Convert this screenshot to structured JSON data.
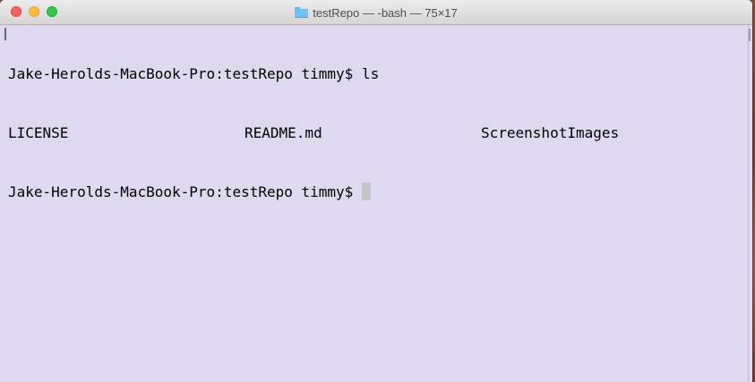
{
  "window": {
    "title": "testRepo — -bash — 75×17",
    "title_icon": "folder-icon"
  },
  "terminal": {
    "line1": {
      "prompt": "Jake-Herolds-MacBook-Pro:testRepo timmy$ ",
      "command": "ls"
    },
    "ls_output": [
      "LICENSE",
      "README.md",
      "ScreenshotImages"
    ],
    "line3": {
      "prompt": "Jake-Herolds-MacBook-Pro:testRepo timmy$ "
    }
  },
  "colors": {
    "terminal_background": "#e0d8ee",
    "text": "#000000",
    "cursor": "#c5c5c8"
  }
}
